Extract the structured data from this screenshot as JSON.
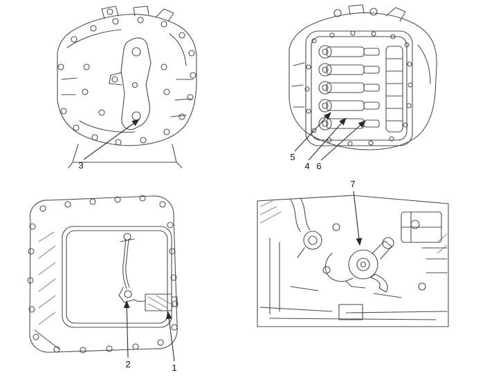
{
  "colors": {
    "background": "#ffffff",
    "ink": "#4a4a4a",
    "leader": "#2a2a2a",
    "label": "#111111"
  },
  "panels": [
    {
      "callouts": [
        {
          "label": "3"
        }
      ]
    },
    {
      "callouts": [
        {
          "label": "5"
        },
        {
          "label": "4"
        },
        {
          "label": "6"
        }
      ]
    },
    {
      "callouts": [
        {
          "label": "2"
        },
        {
          "label": "1"
        }
      ]
    },
    {
      "callouts": [
        {
          "label": "7"
        }
      ]
    }
  ]
}
